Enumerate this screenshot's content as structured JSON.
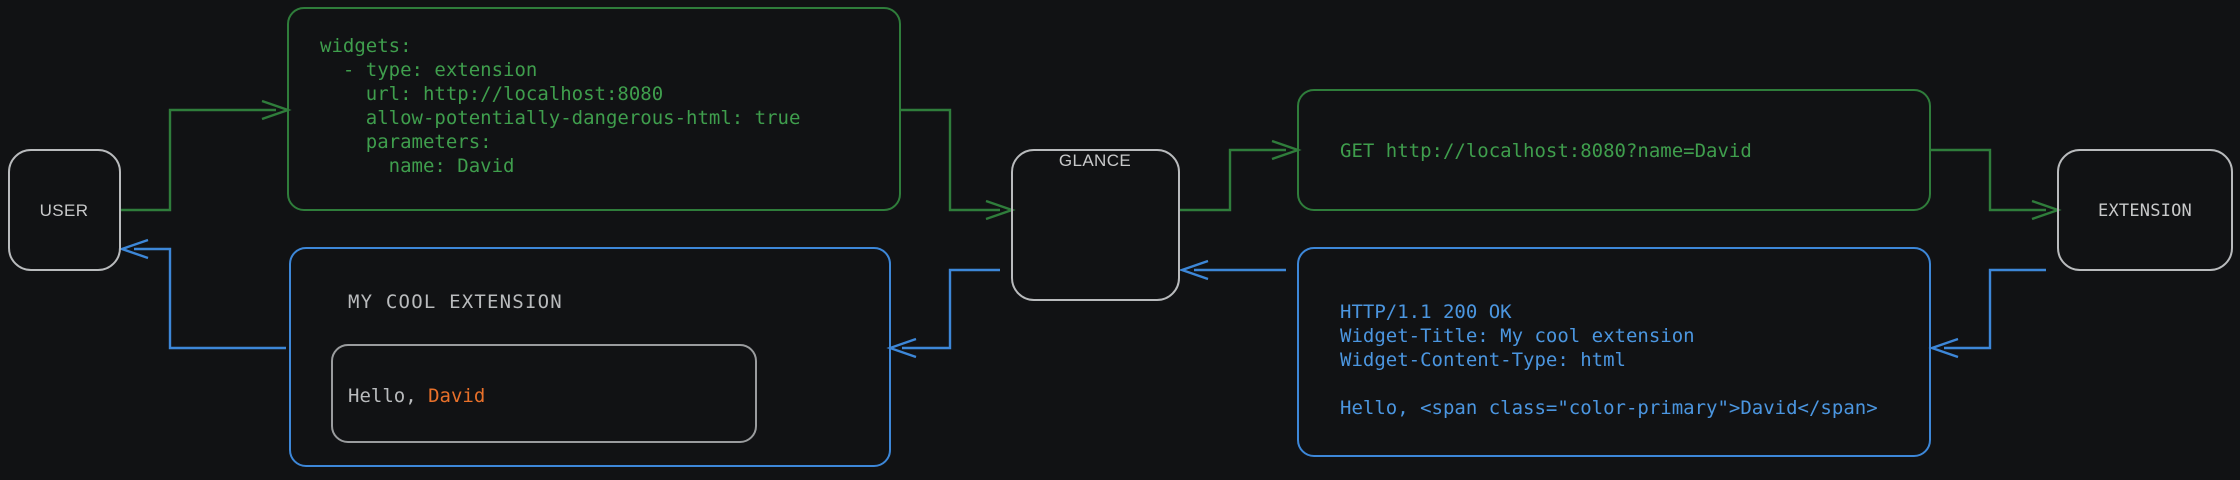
{
  "diagram": {
    "background_color": "#111214",
    "nodes": {
      "user": {
        "label": "USER"
      },
      "glance": {
        "label": "GLANCE"
      },
      "extension": {
        "label": "EXTENSION"
      }
    },
    "config_box": {
      "accent_color": "#2f7d3b",
      "lines": [
        "widgets:",
        "  - type: extension",
        "    url: http://localhost:8080",
        "    allow-potentially-dangerous-html: true",
        "    parameters:",
        "      name: David"
      ]
    },
    "request_box": {
      "accent_color": "#2f7d3b",
      "lines": [
        "GET http://localhost:8080?name=David"
      ]
    },
    "response_box": {
      "accent_color": "#3d87d8",
      "lines": [
        "HTTP/1.1 200 OK",
        "Widget-Title: My cool extension",
        "Widget-Content-Type: html",
        "",
        "Hello, <span class=\"color-primary\">David</span>"
      ]
    },
    "widget_preview": {
      "accent_color": "#3d87d8",
      "title": "MY COOL EXTENSION",
      "body_prefix": "Hello, ",
      "body_accent": "David",
      "body_accent_color": "#e8702a"
    }
  }
}
